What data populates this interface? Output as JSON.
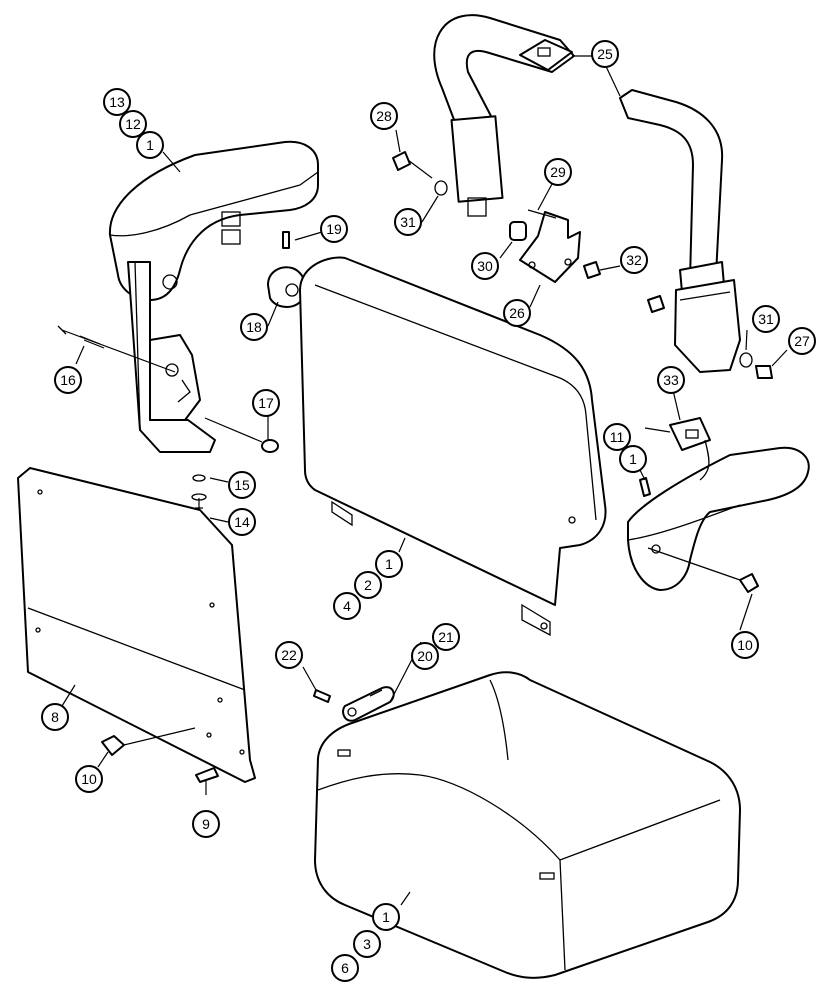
{
  "diagram": {
    "callouts": [
      {
        "id": "c13a",
        "label": "13"
      },
      {
        "id": "c12a",
        "label": "12"
      },
      {
        "id": "c1a",
        "label": "1"
      },
      {
        "id": "c19",
        "label": "19"
      },
      {
        "id": "c18",
        "label": "18"
      },
      {
        "id": "c16",
        "label": "16"
      },
      {
        "id": "c17",
        "label": "17"
      },
      {
        "id": "c15",
        "label": "15"
      },
      {
        "id": "c14",
        "label": "14"
      },
      {
        "id": "c28",
        "label": "28"
      },
      {
        "id": "c31a",
        "label": "31"
      },
      {
        "id": "c29",
        "label": "29"
      },
      {
        "id": "c30",
        "label": "30"
      },
      {
        "id": "c26",
        "label": "26"
      },
      {
        "id": "c32",
        "label": "32"
      },
      {
        "id": "c25",
        "label": "25"
      },
      {
        "id": "c31b",
        "label": "31"
      },
      {
        "id": "c27",
        "label": "27"
      },
      {
        "id": "c33",
        "label": "33"
      },
      {
        "id": "c11",
        "label": "11"
      },
      {
        "id": "c1b",
        "label": "1"
      },
      {
        "id": "c10a",
        "label": "10"
      },
      {
        "id": "c1c",
        "label": "1"
      },
      {
        "id": "c2",
        "label": "2"
      },
      {
        "id": "c4",
        "label": "4"
      },
      {
        "id": "c22",
        "label": "22"
      },
      {
        "id": "c20",
        "label": "20"
      },
      {
        "id": "c21",
        "label": "21"
      },
      {
        "id": "c8",
        "label": "8"
      },
      {
        "id": "c10b",
        "label": "10"
      },
      {
        "id": "c9",
        "label": "9"
      },
      {
        "id": "c1d",
        "label": "1"
      },
      {
        "id": "c3",
        "label": "3"
      },
      {
        "id": "c6",
        "label": "6"
      }
    ]
  }
}
